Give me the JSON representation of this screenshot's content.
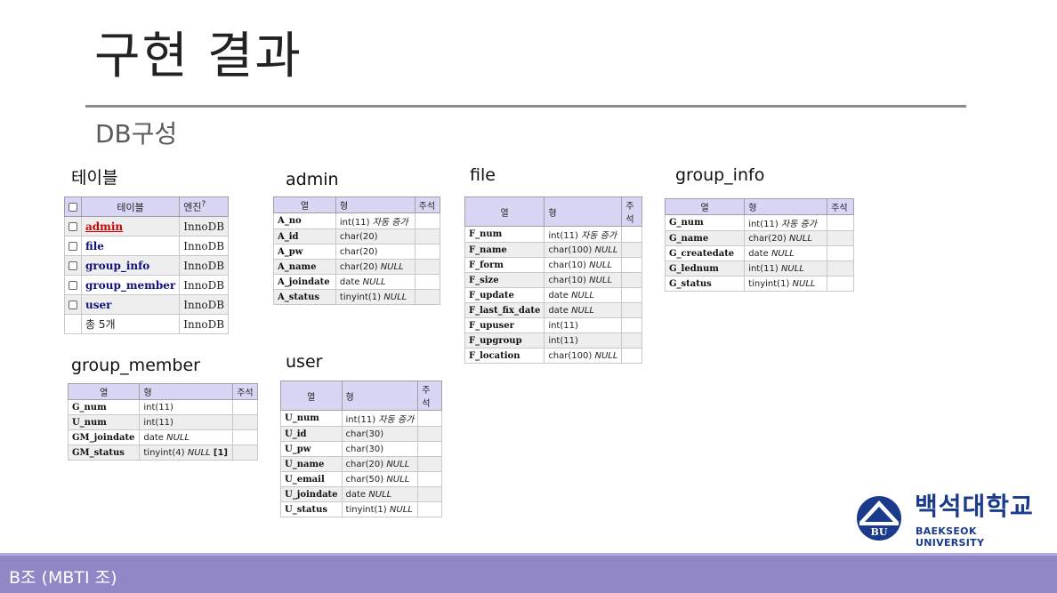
{
  "page": {
    "title": "구현 결과",
    "subtitle": "DB구성",
    "footer": "B조 (MBTI 조)"
  },
  "logo": {
    "emblem_text": "BU",
    "name_kr": "백석대학교",
    "name_en": "BAEKSEOK UNIVERSITY"
  },
  "colors": {
    "header_bg": "#d7d7f5",
    "footer_bg": "#9287c6",
    "brand_blue": "#1a3a8c"
  },
  "tables_list": {
    "label": "테이블",
    "headers": {
      "table": "테이블",
      "engine": "엔진",
      "engine_help": "?"
    },
    "rows": [
      {
        "name": "admin",
        "engine": "InnoDB"
      },
      {
        "name": "file",
        "engine": "InnoDB"
      },
      {
        "name": "group_info",
        "engine": "InnoDB"
      },
      {
        "name": "group_member",
        "engine": "InnoDB"
      },
      {
        "name": "user",
        "engine": "InnoDB"
      }
    ],
    "total": {
      "label": "총 5개",
      "engine": "InnoDB"
    }
  },
  "schema_headers": {
    "column": "열",
    "type": "형",
    "comment": "주석"
  },
  "admin": {
    "label": "admin",
    "rows": [
      {
        "col": "A_no",
        "type": "int(11)",
        "extra": "자동 증가"
      },
      {
        "col": "A_id",
        "type": "char(20)",
        "extra": ""
      },
      {
        "col": "A_pw",
        "type": "char(20)",
        "extra": ""
      },
      {
        "col": "A_name",
        "type": "char(20)",
        "extra": "NULL"
      },
      {
        "col": "A_joindate",
        "type": "date",
        "extra": "NULL"
      },
      {
        "col": "A_status",
        "type": "tinyint(1)",
        "extra": "NULL"
      }
    ]
  },
  "file": {
    "label": "file",
    "rows": [
      {
        "col": "F_num",
        "type": "int(11)",
        "extra": "자동 증가"
      },
      {
        "col": "F_name",
        "type": "char(100)",
        "extra": "NULL"
      },
      {
        "col": "F_form",
        "type": "char(10)",
        "extra": "NULL"
      },
      {
        "col": "F_size",
        "type": "char(10)",
        "extra": "NULL"
      },
      {
        "col": "F_update",
        "type": "date",
        "extra": "NULL"
      },
      {
        "col": "F_last_fix_date",
        "type": "date",
        "extra": "NULL"
      },
      {
        "col": "F_upuser",
        "type": "int(11)",
        "extra": ""
      },
      {
        "col": "F_upgroup",
        "type": "int(11)",
        "extra": ""
      },
      {
        "col": "F_location",
        "type": "char(100)",
        "extra": "NULL"
      }
    ]
  },
  "group_info": {
    "label": "group_info",
    "rows": [
      {
        "col": "G_num",
        "type": "int(11)",
        "extra": "자동 증가"
      },
      {
        "col": "G_name",
        "type": "char(20)",
        "extra": "NULL"
      },
      {
        "col": "G_createdate",
        "type": "date",
        "extra": "NULL"
      },
      {
        "col": "G_lednum",
        "type": "int(11)",
        "extra": "NULL"
      },
      {
        "col": "G_status",
        "type": "tinyint(1)",
        "extra": "NULL"
      }
    ]
  },
  "group_member": {
    "label": "group_member",
    "rows": [
      {
        "col": "G_num",
        "type": "int(11)",
        "extra": ""
      },
      {
        "col": "U_num",
        "type": "int(11)",
        "extra": ""
      },
      {
        "col": "GM_joindate",
        "type": "date",
        "extra": "NULL"
      },
      {
        "col": "GM_status",
        "type": "tinyint(4)",
        "extra": "NULL",
        "default": "[1]"
      }
    ]
  },
  "user": {
    "label": "user",
    "rows": [
      {
        "col": "U_num",
        "type": "int(11)",
        "extra": "자동 증가"
      },
      {
        "col": "U_id",
        "type": "char(30)",
        "extra": ""
      },
      {
        "col": "U_pw",
        "type": "char(30)",
        "extra": ""
      },
      {
        "col": "U_name",
        "type": "char(20)",
        "extra": "NULL"
      },
      {
        "col": "U_email",
        "type": "char(50)",
        "extra": "NULL"
      },
      {
        "col": "U_joindate",
        "type": "date",
        "extra": "NULL"
      },
      {
        "col": "U_status",
        "type": "tinyint(1)",
        "extra": "NULL"
      }
    ]
  }
}
